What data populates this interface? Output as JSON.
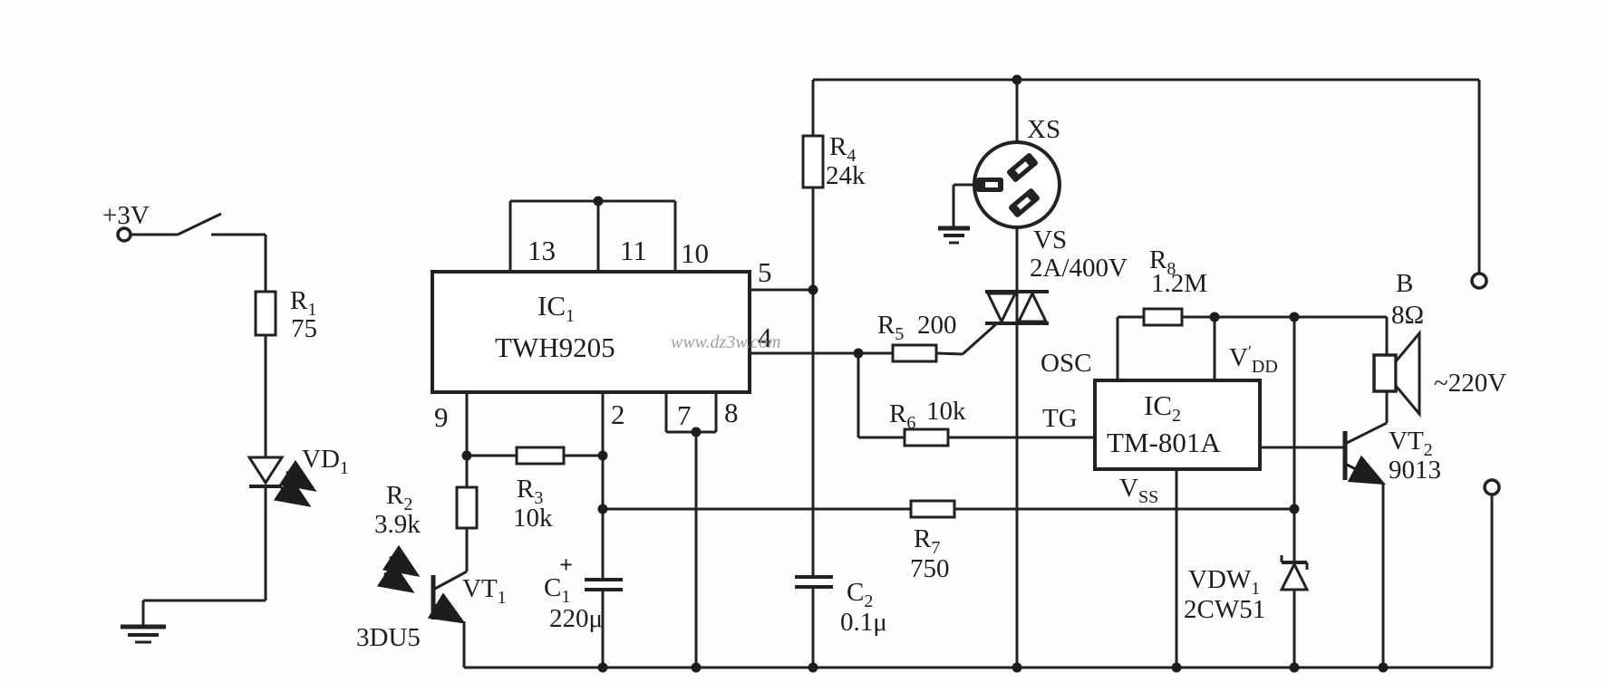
{
  "watermark": "www.dz3w.com",
  "power": {
    "supply": "+3V",
    "mains": "~220V"
  },
  "components": {
    "r1": {
      "ref": "R",
      "sub": "1",
      "value": "75"
    },
    "r2": {
      "ref": "R",
      "sub": "2",
      "value": "3.9k"
    },
    "r3": {
      "ref": "R",
      "sub": "3",
      "value": "10k"
    },
    "r4": {
      "ref": "R",
      "sub": "4",
      "value": "24k"
    },
    "r5": {
      "ref": "R",
      "sub": "5",
      "value": "200"
    },
    "r6": {
      "ref": "R",
      "sub": "6",
      "value": "10k"
    },
    "r7": {
      "ref": "R",
      "sub": "7",
      "value": "750"
    },
    "r8": {
      "ref": "R",
      "sub": "8",
      "value": "1.2M"
    },
    "c1": {
      "ref": "C",
      "sub": "1",
      "value": "220μ",
      "polarity": "+"
    },
    "c2": {
      "ref": "C",
      "sub": "2",
      "value": "0.1μ"
    },
    "vd1": {
      "ref": "VD",
      "sub": "1"
    },
    "vt1": {
      "ref": "VT",
      "sub": "1",
      "part": "3DU5"
    },
    "vt2": {
      "ref": "VT",
      "sub": "2",
      "part": "9013"
    },
    "vdw1": {
      "ref": "VDW",
      "sub": "1",
      "part": "2CW51"
    },
    "xs": {
      "ref": "XS"
    },
    "vs": {
      "ref": "VS",
      "value": "2A/400V"
    },
    "b": {
      "ref": "B",
      "value": "8Ω"
    },
    "ic1": {
      "ref": "IC",
      "sub": "1",
      "part": "TWH9205",
      "p13": "13",
      "p11": "11",
      "p10": "10",
      "p5": "5",
      "p4": "4",
      "p9": "9",
      "p2": "2",
      "p7": "7",
      "p8": "8"
    },
    "ic2": {
      "ref": "IC",
      "sub": "2",
      "part": "TM-801A",
      "pin_osc": "OSC",
      "pin_tg": "TG",
      "pin_vdd": {
        "name": "V",
        "sup": "′",
        "sub": "DD"
      },
      "pin_vss": {
        "name": "V",
        "sub": "SS"
      }
    }
  }
}
